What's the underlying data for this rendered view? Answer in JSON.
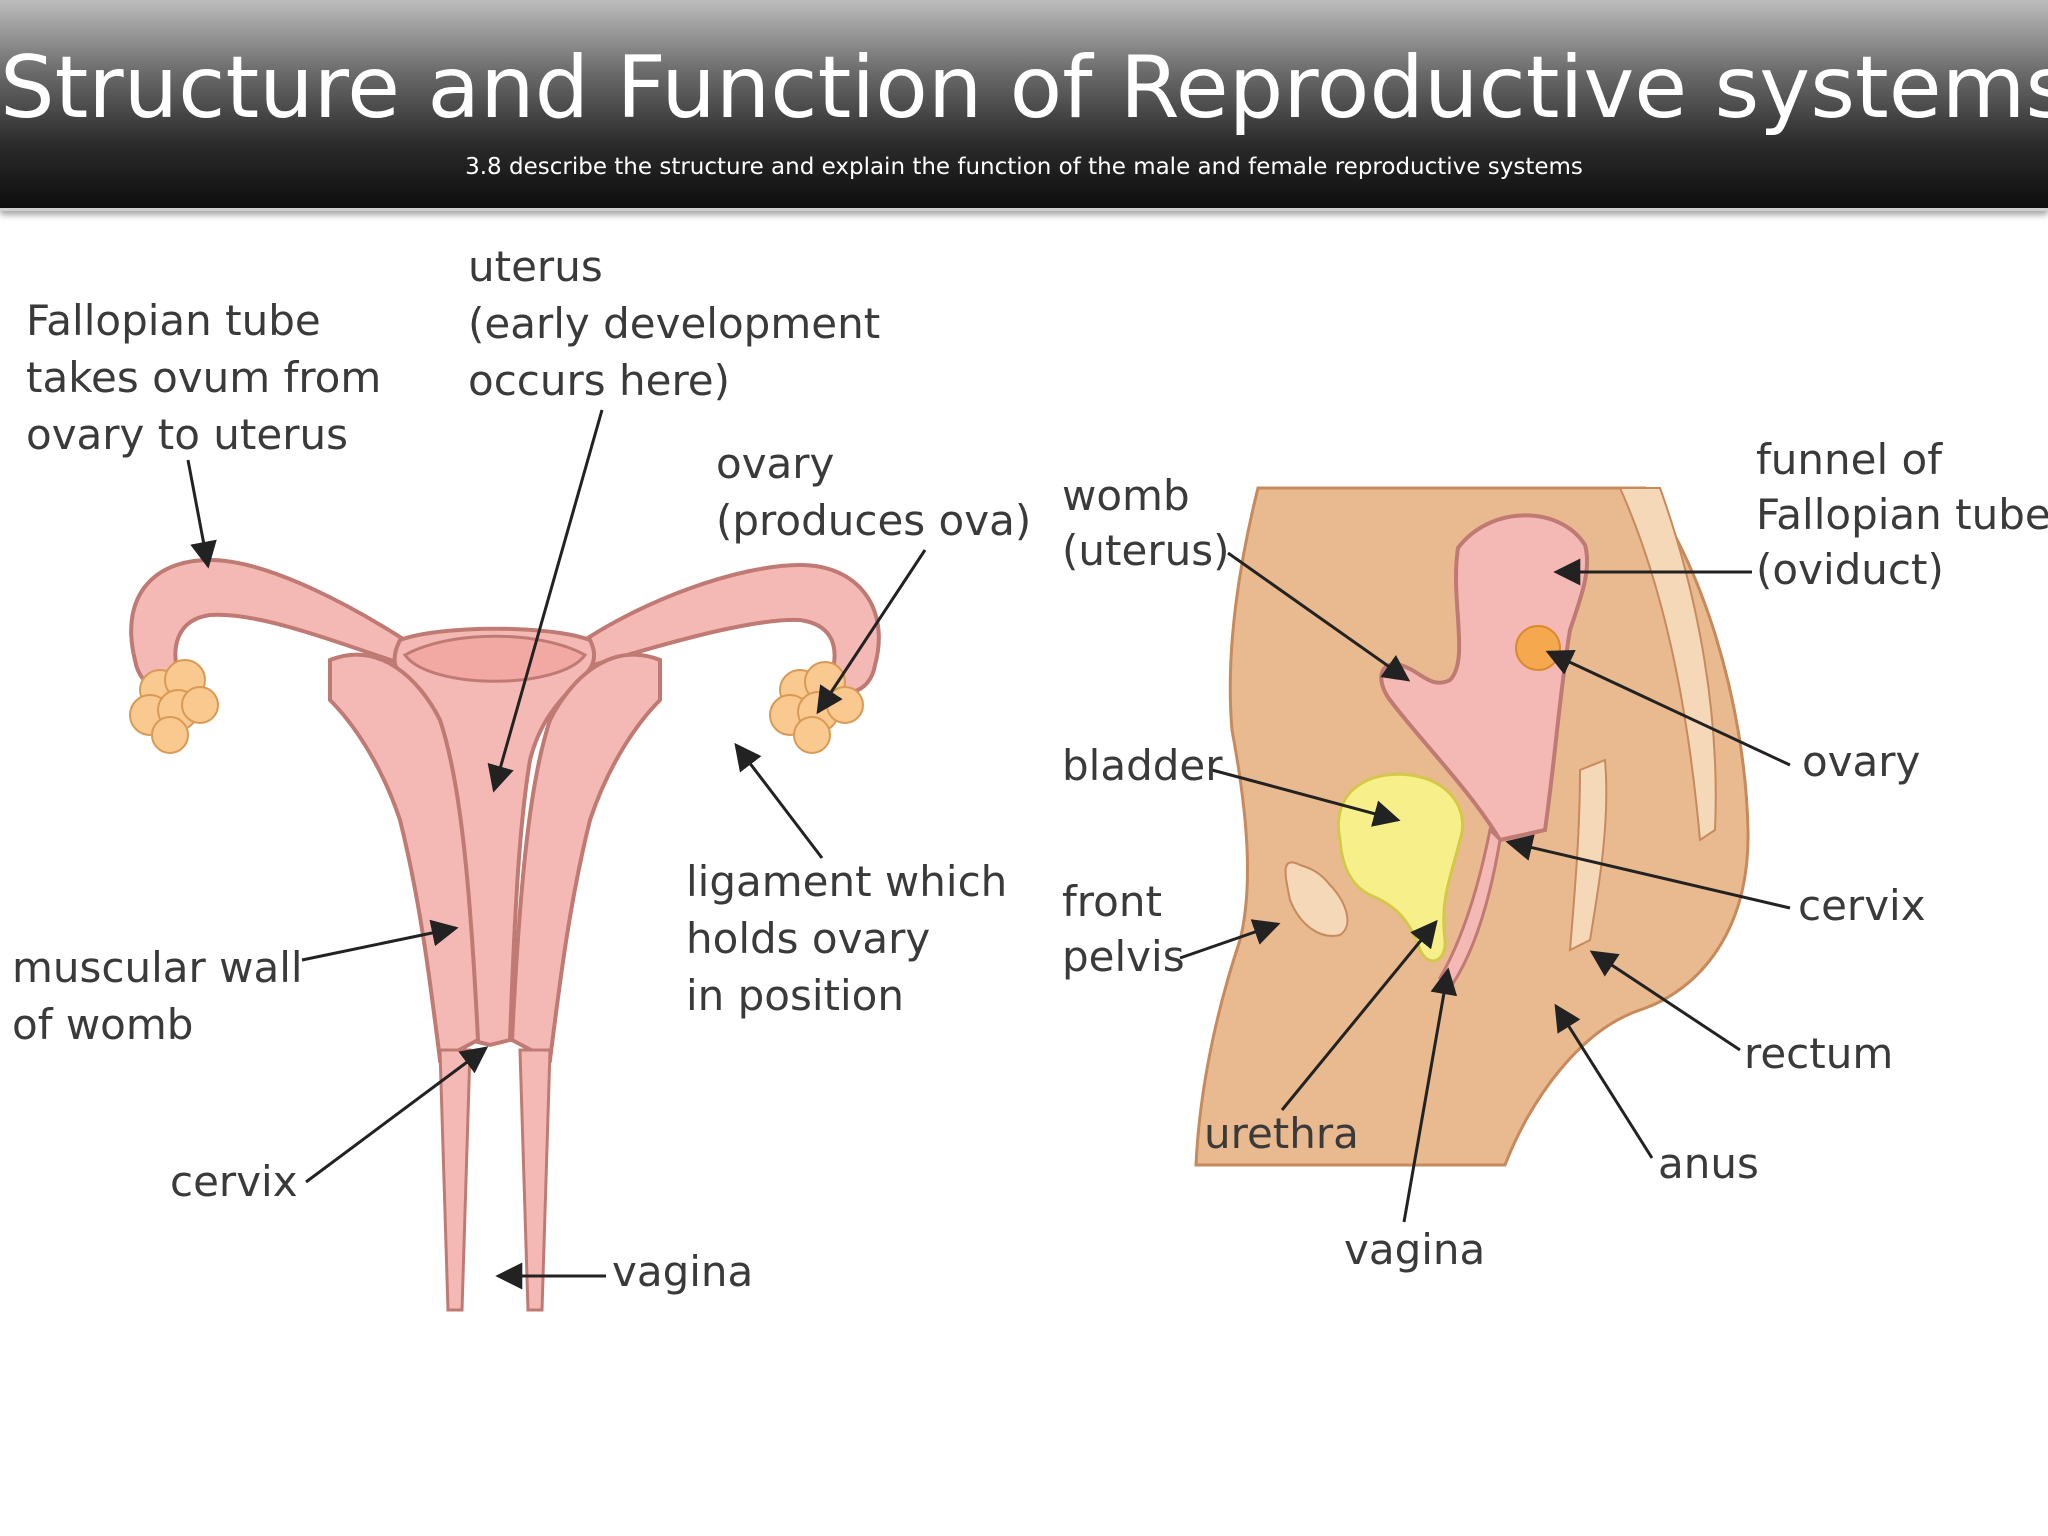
{
  "slide": {
    "title": "Structure and Function of Reproductive systems",
    "subtitle": "3.8 describe the structure and explain the function of the male and female reproductive systems"
  },
  "front_diagram": {
    "fallopian_tube": [
      "Fallopian tube",
      "takes ovum from",
      "ovary to uterus"
    ],
    "uterus": [
      "uterus",
      "(early development",
      "occurs here)"
    ],
    "ovary": [
      "ovary",
      "(produces ova)"
    ],
    "ligament": [
      "ligament which",
      "holds ovary",
      "in position"
    ],
    "muscular_wall": [
      "muscular wall",
      "of womb"
    ],
    "cervix": "cervix",
    "vagina": "vagina"
  },
  "side_diagram": {
    "funnel": [
      "funnel of",
      "Fallopian tube",
      "(oviduct)"
    ],
    "womb": [
      "womb",
      "(uterus)"
    ],
    "ovary": "ovary",
    "bladder": "bladder",
    "front_pelvis": [
      "front",
      "pelvis"
    ],
    "cervix": "cervix",
    "rectum": "rectum",
    "urethra": "urethra",
    "anus": "anus",
    "vagina": "vagina"
  },
  "colors": {
    "tissue_pink": "#f5b9b5",
    "outline": "#c07a74",
    "ovary_orange": "#f9c98f",
    "body_tan": "#e9b98f",
    "bladder_yellow": "#f7f08a",
    "label_text": "#3a3a3a"
  }
}
